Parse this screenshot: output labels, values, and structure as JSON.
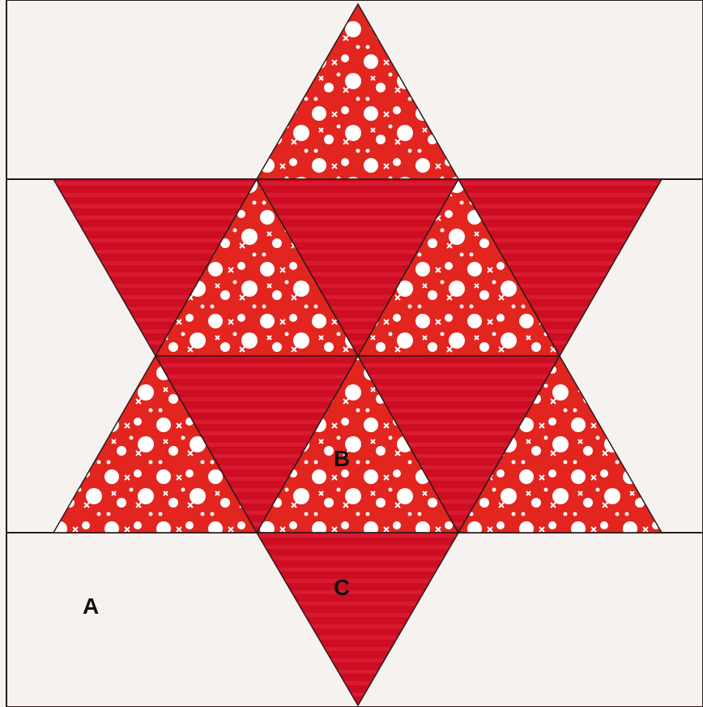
{
  "block": {
    "labels": {
      "a": "A",
      "b": "B",
      "c": "C"
    },
    "colors": {
      "background": "#f5f2f0",
      "solid_red": "#cc0d22",
      "solid_red_stripe": "#d81b30",
      "print_red": "#e2251f",
      "print_dot": "#ffffff",
      "seam": "#2a1a1a"
    },
    "fabric": {
      "print": "red-with-white-dots-print",
      "solid": "red-tone-on-tone-stripe"
    }
  }
}
